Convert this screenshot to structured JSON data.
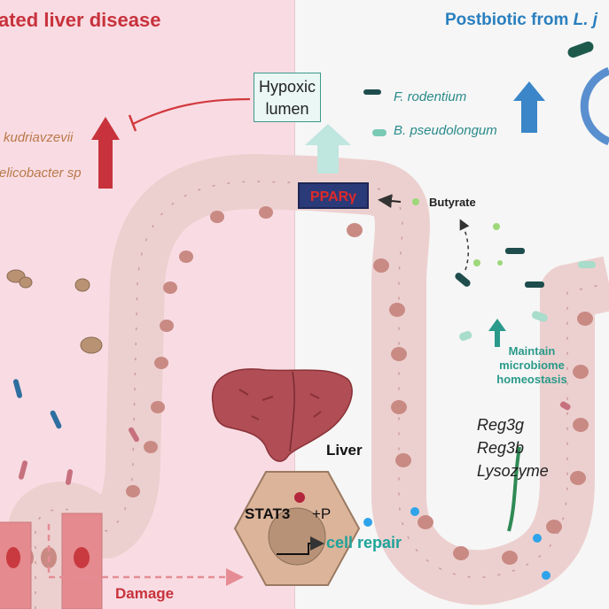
{
  "left_panel": {
    "title": "ated liver disease",
    "bacteria": [
      "kudriavzevii",
      "elicobacter sp"
    ]
  },
  "right_panel": {
    "title_prefix": "Postbiotic from",
    "title_species": "L. j"
  },
  "hypoxic": {
    "line1": "Hypoxic",
    "line2": "lumen"
  },
  "right_bacteria": [
    "F. rodentium",
    "B. pseudolongum"
  ],
  "ppar_label": "PPARγ",
  "butyrate_label": "Butyrate",
  "maintain_label": "Maintain microbiome homeostasis",
  "antimicrobials": [
    "Reg3g",
    "Reg3b",
    "Lysozyme"
  ],
  "liver_label": "Liver",
  "stat3_label": "STAT3",
  "phospho_label": "+P",
  "cell_repair_label": "cell repair",
  "damage_label": "Damage",
  "colors": {
    "disease_red": "#c8323c",
    "postbiotic_blue": "#2a7fbf",
    "teal": "#1fa39a",
    "ppar_bg": "#2b3a78",
    "left_bg": "#f9dce3",
    "right_bg": "#f6f6f6"
  },
  "icons": [
    "up-arrow-red",
    "inhibition-arrow",
    "up-arrow-blue",
    "up-arrow-teal",
    "bacteria-icon",
    "liver-icon",
    "cell-icon"
  ]
}
